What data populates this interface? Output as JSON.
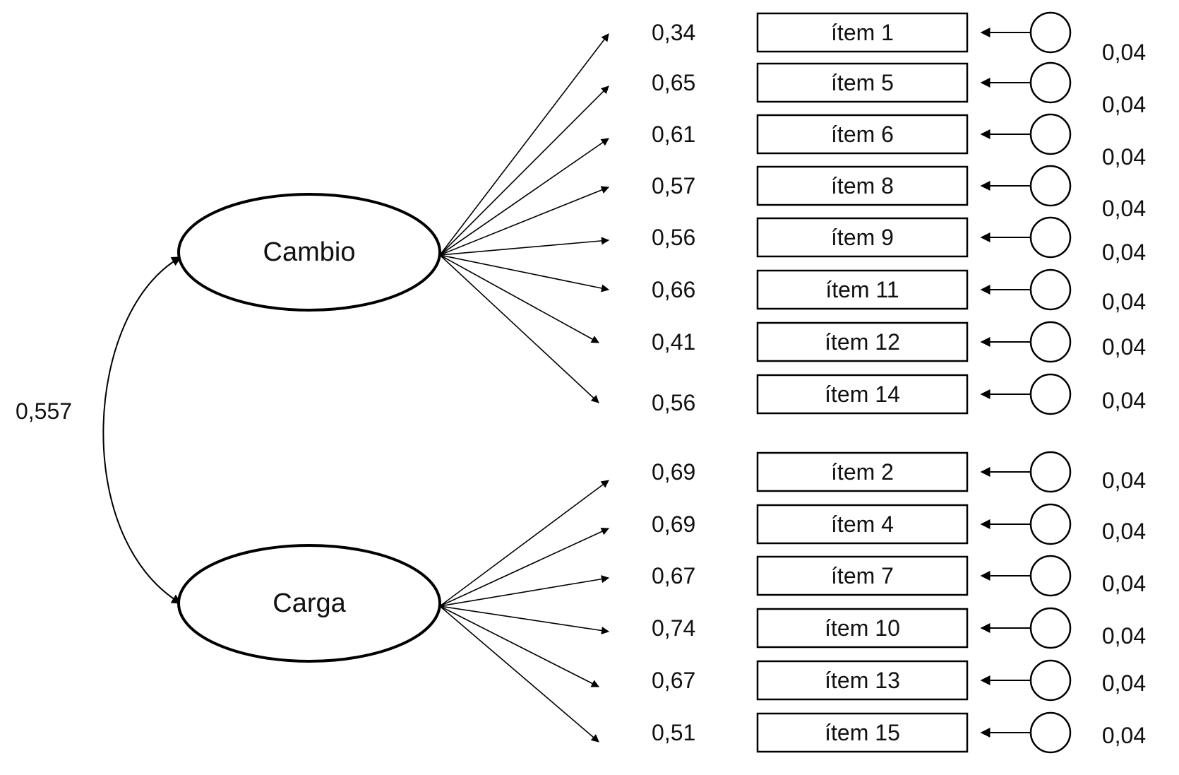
{
  "correlation": "0,557",
  "factors": [
    {
      "name": "Cambio",
      "items": [
        {
          "item": "ítem 1",
          "loading": "0,34",
          "error": "0,04"
        },
        {
          "item": "ítem 5",
          "loading": "0,65",
          "error": "0,04"
        },
        {
          "item": "ítem 6",
          "loading": "0,61",
          "error": "0,04"
        },
        {
          "item": "ítem 8",
          "loading": "0,57",
          "error": "0,04"
        },
        {
          "item": "ítem 9",
          "loading": "0,56",
          "error": "0,04"
        },
        {
          "item": "ítem 11",
          "loading": "0,66",
          "error": "0,04"
        },
        {
          "item": "ítem 12",
          "loading": "0,41",
          "error": "0,04"
        },
        {
          "item": "ítem 14",
          "loading": "0,56",
          "error": "0,04"
        }
      ]
    },
    {
      "name": "Carga",
      "items": [
        {
          "item": "ítem 2",
          "loading": "0,69",
          "error": "0,04"
        },
        {
          "item": "ítem 4",
          "loading": "0,69",
          "error": "0,04"
        },
        {
          "item": "ítem 7",
          "loading": "0,67",
          "error": "0,04"
        },
        {
          "item": "ítem 10",
          "loading": "0,74",
          "error": "0,04"
        },
        {
          "item": "ítem 13",
          "loading": "0,67",
          "error": "0,04"
        },
        {
          "item": "ítem 15",
          "loading": "0,51",
          "error": "0,04"
        }
      ]
    }
  ]
}
